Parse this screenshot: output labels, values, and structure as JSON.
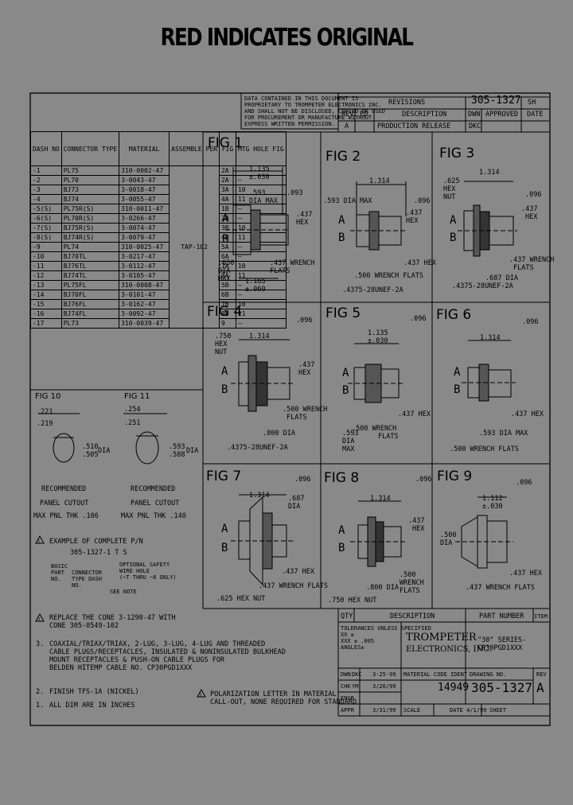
{
  "banner": "RED INDICATES ORIGINAL",
  "notice": [
    "DATA CONTAINED IN THIS DOCUMENT IS",
    "PROPRIETARY TO TROMPETER ELECTRONICS INC.",
    "AND SHALL NOT BE DISCLOSED, COPIED OR USED",
    "FOR PROCUREMENT OR MANUFACTURE WITHOUT",
    "EXPRESS WRITTEN PERMISSION."
  ],
  "revisions": {
    "title": "REVISIONS",
    "doc_number": "305-1327",
    "sh": "SH",
    "headers": [
      "REV",
      "ED",
      "DESCRIPTION",
      "DWN",
      "APPROVED",
      "DATE"
    ],
    "rows": [
      [
        "A",
        "",
        "PRODUCTION RELEASE",
        "DKC",
        "",
        ""
      ]
    ]
  },
  "dash_table": {
    "headers": [
      "DASH NO",
      "CONNECTOR TYPE",
      "MATERIAL",
      "ASSEMBLE PER",
      "FIG",
      "MTG HOLE FIG"
    ],
    "assemble_per": "TAP-102",
    "rows": [
      [
        "-1",
        "PL75",
        "310-0002-47",
        "2A",
        "—"
      ],
      [
        "-2",
        "PL70",
        "3-0043-47",
        "2A",
        "—"
      ],
      [
        "-3",
        "BJ73",
        "3-0018-47",
        "3A",
        "10"
      ],
      [
        "-4",
        "BJ74",
        "3-0055-47",
        "4A",
        "11"
      ],
      [
        "-5(S)",
        "PL75R(S)",
        "310-0011-47",
        "1B",
        "—"
      ],
      [
        "-6(S)",
        "PL70R(S)",
        "3-0266-47",
        "2B",
        "—"
      ],
      [
        "-7(S)",
        "BJ75R(S)",
        "3-0074-47",
        "3B",
        "10"
      ],
      [
        "-8(S)",
        "BJ74R(S)",
        "3-0079-47",
        "4B",
        "11"
      ],
      [
        "-9",
        "PL74",
        "310-0025-47",
        "5A",
        "—"
      ],
      [
        "-10",
        "BJ70TL",
        "3-0217-47",
        "6A",
        "—"
      ],
      [
        "-11",
        "BJ76TL",
        "3-0112-47",
        "7A",
        "10"
      ],
      [
        "-12",
        "BJ74TL",
        "3-0105-47",
        "8A",
        "11"
      ],
      [
        "-13",
        "PL75FL",
        "310-0008-47",
        "5B",
        "—"
      ],
      [
        "-14",
        "BJ70FL",
        "3-0101-47",
        "6B",
        "—"
      ],
      [
        "-15",
        "BJ76FL",
        "3-0162-47",
        "7B",
        "10"
      ],
      [
        "-16",
        "BJ74FL",
        "3-0092-47",
        "8B",
        "11"
      ],
      [
        "-17",
        "PL73",
        "310-0039-47",
        "9",
        "—"
      ]
    ]
  },
  "figures": {
    "fig1": {
      "label": "FIG 1",
      "dims": [
        "1.135",
        "±.030",
        ".593",
        "DIA MAX",
        ".093",
        ".437",
        "HEX",
        ".437 WRENCH",
        "FLATS",
        ".650",
        "DIA",
        "MAX",
        "1.165",
        "±.060"
      ]
    },
    "fig2": {
      "label": "FIG 2",
      "dims": [
        "1.314",
        ".593 DIA MAX",
        ".096",
        ".437",
        "HEX",
        ".437 HEX",
        ".500 WRENCH FLATS",
        ".4375-28UNEF-2A"
      ]
    },
    "fig3": {
      "label": "FIG 3",
      "dims": [
        ".625",
        "HEX",
        "NUT",
        "1.314",
        ".096",
        ".437",
        "HEX",
        ".437 WRENCH",
        "FLATS",
        ".687 DIA",
        ".4375-28UNEF-2A"
      ]
    },
    "fig4": {
      "label": "FIG 4",
      "dims": [
        ".750",
        "HEX",
        "NUT",
        "1.314",
        ".096",
        ".437",
        "HEX",
        ".500 WRENCH",
        "FLATS",
        ".800 DIA",
        ".4375-28UNEF-2A"
      ]
    },
    "fig5": {
      "label": "FIG 5",
      "dims": [
        "1.135",
        "±.030",
        ".096",
        ".437 HEX",
        ".593",
        "DIA",
        "MAX",
        ".500 WRENCH",
        "FLATS"
      ]
    },
    "fig6": {
      "label": "FIG 6",
      "dims": [
        "1.314",
        ".096",
        ".437 HEX",
        ".593 DIA MAX",
        ".500 WRENCH FLATS"
      ]
    },
    "fig7": {
      "label": "FIG 7",
      "dims": [
        "1.314",
        ".096",
        ".687",
        "DIA",
        ".437 HEX",
        ".437 WRENCH FLATS",
        ".625 HEX NUT"
      ]
    },
    "fig8": {
      "label": "FIG 8",
      "dims": [
        "1.314",
        ".096",
        ".437",
        "HEX",
        ".500",
        "WRENCH",
        "FLATS",
        ".800 DIA",
        ".750 HEX NUT"
      ]
    },
    "fig9": {
      "label": "FIG 9",
      "dims": [
        "1.112",
        "±.030",
        ".096",
        ".500",
        "DIA",
        ".437 HEX",
        ".437 WRENCH FLATS"
      ]
    },
    "fig10": {
      "label": "FIG 10",
      "dims": [
        ".221",
        ".219",
        ".510",
        ".505",
        "DIA",
        "RECOMMENDED",
        "PANEL CUTOUT",
        "MAX PNL THK .106"
      ]
    },
    "fig11": {
      "label": "FIG 11",
      "dims": [
        ".254",
        ".251",
        ".593",
        ".588",
        "DIA",
        "RECOMMENDED",
        "PANEL CUTOUT",
        "MAX PNL THK .140"
      ]
    }
  },
  "letters": {
    "a": "A",
    "b": "B"
  },
  "notes": {
    "n1": {
      "num": "1",
      "text": "EXAMPLE OF COMPLETE P/N"
    },
    "example_pn": "305-1327-1 T S",
    "example_labels": [
      "BASIC",
      "PART",
      "NO.",
      "CONNECTOR",
      "TYPE DASH",
      "NO.",
      "OPTIONAL SAFETY",
      "WIRE HOLE",
      "(~T THRU ~8 ONLY)",
      "SEE NOTE"
    ],
    "n2": {
      "num": "2",
      "text": [
        "REPLACE THE CONE 3-1290-47 WITH",
        "CONE 305-0549-102"
      ]
    },
    "n3": {
      "num": "3.",
      "text": [
        "COAXIAL/TRIAX/TRIAX, 2-LUG, 3-LUG, 4-LUG AND THREADED",
        "CABLE PLUGS/RECEPTACLES, INSULATED & NONINSULATED BULKHEAD",
        "MOUNT RECEPTACLES & PUSH-ON CABLE PLUGS FOR",
        "BELDEN HITEMP CABLE NO. CP30PGD1XXX"
      ]
    },
    "n4": {
      "num": "2.",
      "text": "FINISH TFS-1A (NICKEL)"
    },
    "n5": {
      "num": "1.",
      "text": "ALL DIM ARE IN INCHES"
    },
    "n6": {
      "num": "2",
      "text": [
        "POLARIZATION LETTER IN MATERIAL",
        "CALL-OUT, NONE REQUIRED FOR STANDARD"
      ]
    }
  },
  "title_block": {
    "parts_headers": [
      "QTY",
      "DESCRIPTION",
      "PART NUMBER",
      "ITEM"
    ],
    "tolerances": [
      "TOLERANCES UNLESS SPECIFIED",
      "XX ±",
      "XXX ± .005",
      "ANGLES±"
    ],
    "company": [
      "TROMPETER",
      "ELECTRONICS, INC."
    ],
    "title": [
      "\"30\" SERIES-",
      "CP30PGD1XXX"
    ],
    "drawn": [
      "DWN",
      "DKC",
      "3-25-99"
    ],
    "checked": [
      "CHK",
      "YM",
      "3/26/99"
    ],
    "engr": [
      "ENGR",
      "",
      ""
    ],
    "appr": [
      "APPR",
      "",
      "3/31/99"
    ],
    "material_code_label": "MATERIAL CODE IDENT",
    "code_ident": "14949",
    "drawing_no_label": "DRAWING NO.",
    "drawing_no": "305-1327",
    "rev_label": "REV",
    "rev": "A",
    "scale": "SCALE",
    "date": "DATE 4/1/99",
    "sheet": "SHEET"
  }
}
